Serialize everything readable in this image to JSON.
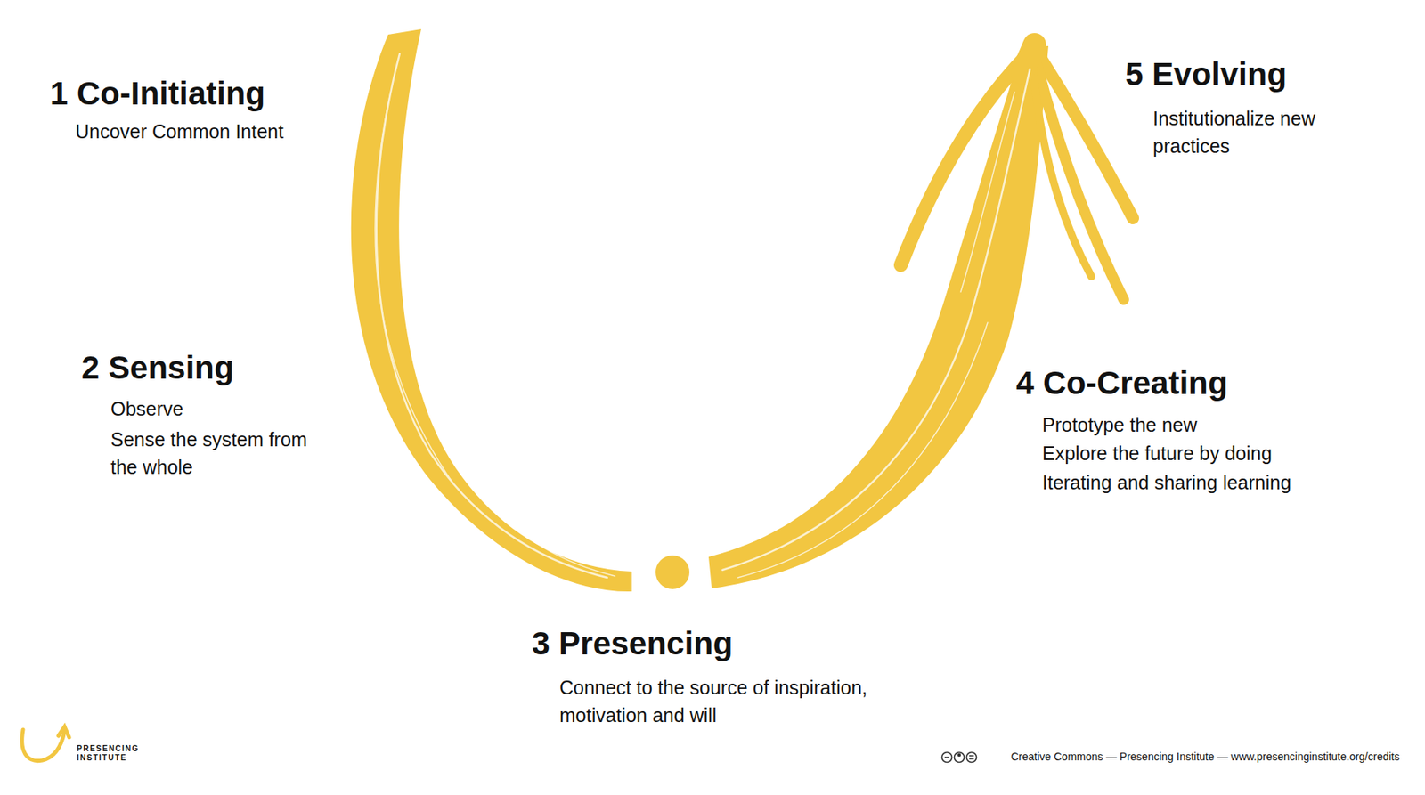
{
  "diagram": {
    "labels": [
      "1 Co-Initiating",
      "Uncover Common Intent",
      "2 Sensing",
      "Observe",
      "Sense the system from the whole",
      "3 Presencing",
      "Connect to the source of inspiration, motivation and will",
      "4 Co-Creating",
      "Prototype the new",
      "Explore the future by doing",
      "Iterating and sharing learning",
      "5 Evolving",
      "Institutionalize new practices",
      "PRESENCING INSTITUTE",
      "Creative Commons — Presencing Institute — www.presencinginstitute.org/credits"
    ]
  }
}
